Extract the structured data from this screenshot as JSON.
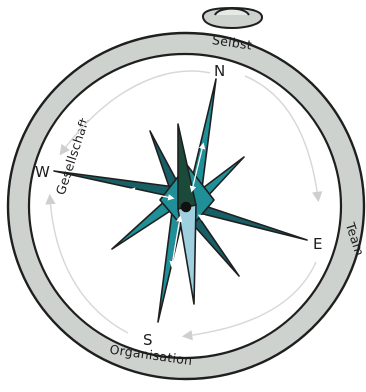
{
  "compass": {
    "directions": {
      "north": "N",
      "south": "S",
      "east": "E",
      "west": "W"
    },
    "ring_labels": {
      "top": "Selbst",
      "right": "Team",
      "bottom": "Organisation",
      "left": "Gesellschaft"
    }
  },
  "colors": {
    "ring_fill": "#cdd2ce",
    "outline": "#1f1f1f",
    "star_teal": "#1f8f98",
    "star_dark": "#175f67",
    "needle_north": "#1c4a3a",
    "needle_south": "#9fd0df",
    "circle_arrows": "#d8d8d8"
  }
}
